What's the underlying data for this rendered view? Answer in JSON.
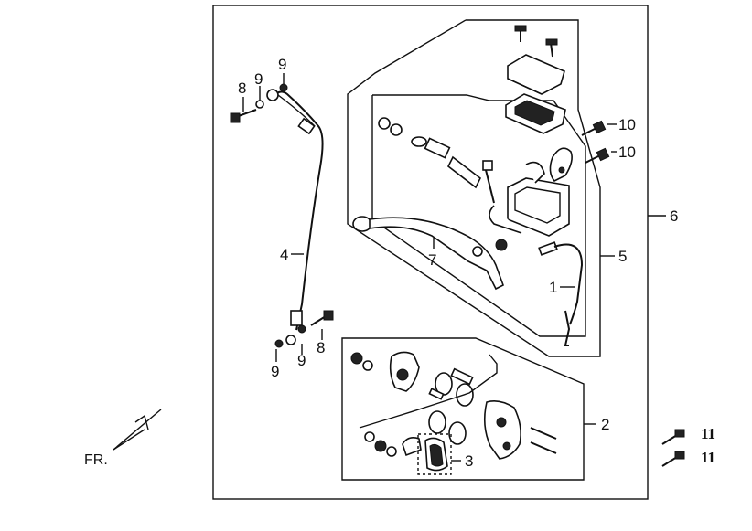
{
  "diagram": {
    "direction_label": "FR.",
    "labels": {
      "p1": "1",
      "p2": "2",
      "p3": "3",
      "p4": "4",
      "p5": "5",
      "p6": "6",
      "p7": "7",
      "p8a": "8",
      "p8b": "8",
      "p9a": "9",
      "p9b": "9",
      "p9c": "9",
      "p9d": "9",
      "p10a": "10",
      "p10b": "10",
      "p11a": "11",
      "p11b": "11"
    }
  }
}
